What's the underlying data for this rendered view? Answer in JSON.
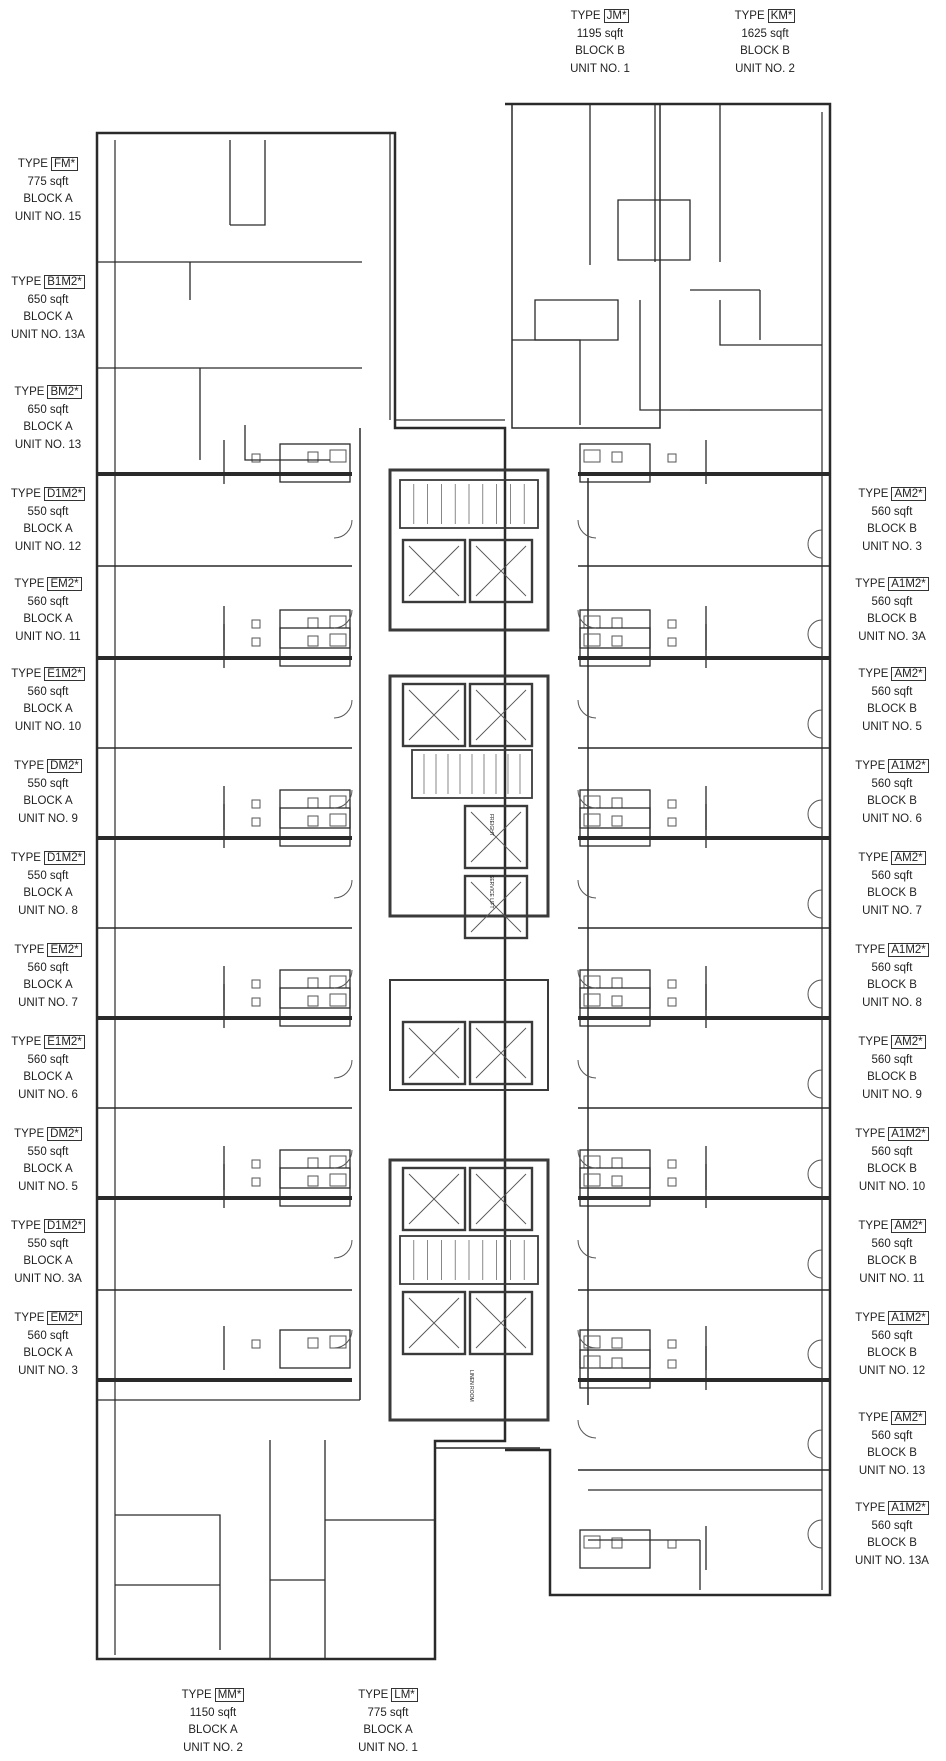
{
  "labels": {
    "type_word": "TYPE",
    "top": [
      {
        "code": "JM*",
        "area": "1195 sqft",
        "block": "BLOCK B",
        "unit": "UNIT NO. 1"
      },
      {
        "code": "KM*",
        "area": "1625 sqft",
        "block": "BLOCK B",
        "unit": "UNIT NO. 2"
      }
    ],
    "left": [
      {
        "code": "FM*",
        "area": "775 sqft",
        "block": "BLOCK A",
        "unit": "UNIT NO. 15"
      },
      {
        "code": "B1M2*",
        "area": "650 sqft",
        "block": "BLOCK A",
        "unit": "UNIT NO. 13A"
      },
      {
        "code": "BM2*",
        "area": "650 sqft",
        "block": "BLOCK A",
        "unit": "UNIT NO. 13"
      },
      {
        "code": "D1M2*",
        "area": "550 sqft",
        "block": "BLOCK A",
        "unit": "UNIT NO. 12"
      },
      {
        "code": "EM2*",
        "area": "560 sqft",
        "block": "BLOCK A",
        "unit": "UNIT NO. 11"
      },
      {
        "code": "E1M2*",
        "area": "560 sqft",
        "block": "BLOCK A",
        "unit": "UNIT NO. 10"
      },
      {
        "code": "DM2*",
        "area": "550 sqft",
        "block": "BLOCK A",
        "unit": "UNIT NO. 9"
      },
      {
        "code": "D1M2*",
        "area": "550 sqft",
        "block": "BLOCK A",
        "unit": "UNIT NO. 8"
      },
      {
        "code": "EM2*",
        "area": "560 sqft",
        "block": "BLOCK A",
        "unit": "UNIT NO. 7"
      },
      {
        "code": "E1M2*",
        "area": "560 sqft",
        "block": "BLOCK A",
        "unit": "UNIT NO. 6"
      },
      {
        "code": "DM2*",
        "area": "550 sqft",
        "block": "BLOCK A",
        "unit": "UNIT NO. 5"
      },
      {
        "code": "D1M2*",
        "area": "550 sqft",
        "block": "BLOCK A",
        "unit": "UNIT NO. 3A"
      },
      {
        "code": "EM2*",
        "area": "560 sqft",
        "block": "BLOCK A",
        "unit": "UNIT NO. 3"
      }
    ],
    "right": [
      {
        "code": "AM2*",
        "area": "560 sqft",
        "block": "BLOCK B",
        "unit": "UNIT NO. 3"
      },
      {
        "code": "A1M2*",
        "area": "560 sqft",
        "block": "BLOCK B",
        "unit": "UNIT NO. 3A"
      },
      {
        "code": "AM2*",
        "area": "560 sqft",
        "block": "BLOCK B",
        "unit": "UNIT NO. 5"
      },
      {
        "code": "A1M2*",
        "area": "560 sqft",
        "block": "BLOCK B",
        "unit": "UNIT NO. 6"
      },
      {
        "code": "AM2*",
        "area": "560 sqft",
        "block": "BLOCK B",
        "unit": "UNIT NO. 7"
      },
      {
        "code": "A1M2*",
        "area": "560 sqft",
        "block": "BLOCK B",
        "unit": "UNIT NO. 8"
      },
      {
        "code": "AM2*",
        "area": "560 sqft",
        "block": "BLOCK B",
        "unit": "UNIT NO. 9"
      },
      {
        "code": "A1M2*",
        "area": "560 sqft",
        "block": "BLOCK B",
        "unit": "UNIT NO. 10"
      },
      {
        "code": "AM2*",
        "area": "560 sqft",
        "block": "BLOCK B",
        "unit": "UNIT NO. 11"
      },
      {
        "code": "A1M2*",
        "area": "560 sqft",
        "block": "BLOCK B",
        "unit": "UNIT NO. 12"
      },
      {
        "code": "AM2*",
        "area": "560 sqft",
        "block": "BLOCK B",
        "unit": "UNIT NO. 13"
      },
      {
        "code": "A1M2*",
        "area": "560 sqft",
        "block": "BLOCK B",
        "unit": "UNIT NO. 13A"
      }
    ],
    "bottom": [
      {
        "code": "MM*",
        "area": "1150 sqft",
        "block": "BLOCK A",
        "unit": "UNIT NO. 2"
      },
      {
        "code": "LM*",
        "area": "775 sqft",
        "block": "BLOCK A",
        "unit": "UNIT NO. 1"
      }
    ]
  },
  "core_labels": {
    "freight": "FREIGHT",
    "service_lift": "SERVICE LIFT",
    "linen_room": "LINEN ROOM"
  },
  "colors": {
    "wall": "#2a2a2a",
    "thin": "#555555",
    "shaft": "#3a3a3a"
  }
}
